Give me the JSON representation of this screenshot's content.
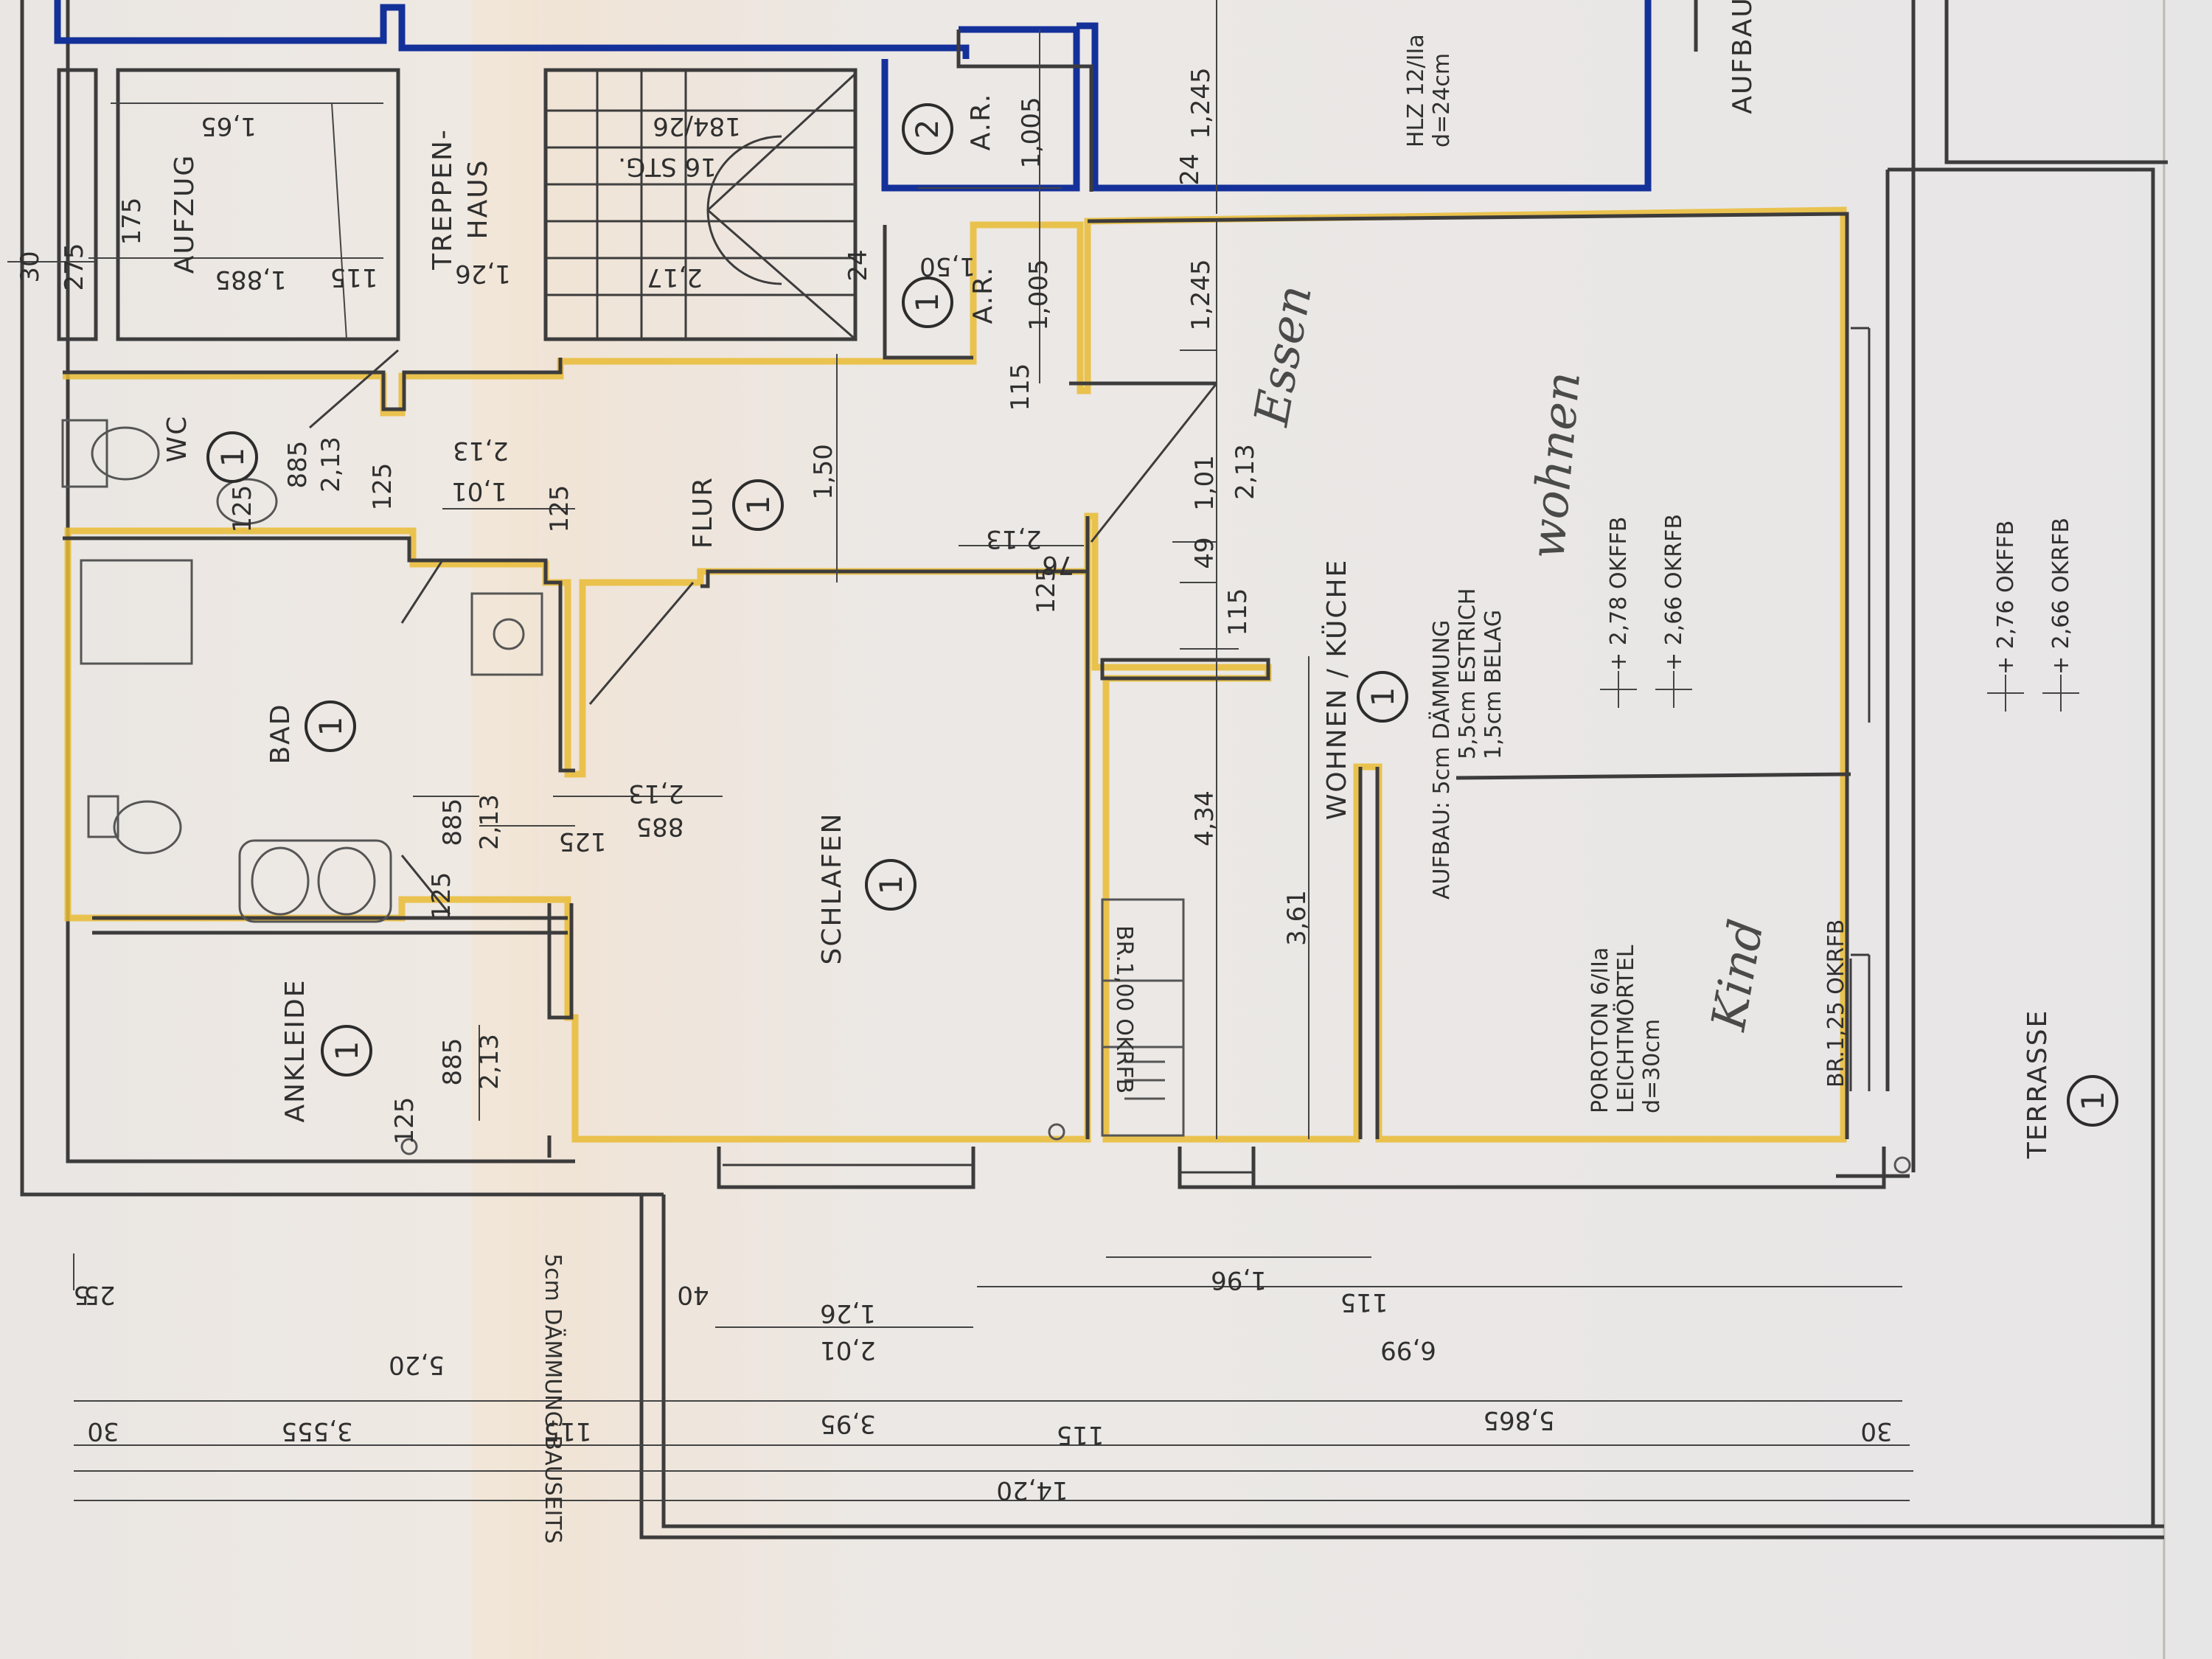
{
  "rooms": {
    "aufzug": "AUFZUG",
    "treppenhaus_1": "TREPPEN-",
    "treppenhaus_2": "HAUS",
    "ar_2": "A.R.",
    "ar_2_number": "2",
    "ar_1": "A.R.",
    "ar_1_number": "1",
    "wc": "WC",
    "wc_number": "1",
    "flur": "FLUR",
    "flur_number": "1",
    "bad": "BAD",
    "bad_number": "1",
    "schlafen": "SCHLAFEN",
    "schlafen_number": "1",
    "ankleide": "ANKLEIDE",
    "ankleide_number": "1",
    "wohnen_kueche": "WOHNEN / KÜCHE",
    "wohnen_number": "1",
    "terrasse": "TERRASSE",
    "terrasse_number": "1",
    "aufbau_top": "AUFBAU"
  },
  "notes": {
    "aufbau_1": "AUFBAU: 5cm DÄMMUNG",
    "aufbau_2": "5,5cm ESTRICH",
    "aufbau_3": "1,5cm BELAG",
    "poroton_1": "POROTON 6/IIa",
    "poroton_2": "LEICHTMÖRTEL",
    "poroton_3": "d=30cm",
    "br_125": "BR.1,25 OKRFB",
    "hlz_1": "HLZ 12/IIa",
    "hlz_2": "d=24cm",
    "level_wohnen_1": "+ 2,78 OKFFB",
    "level_wohnen_2": "+ 2,66 OKRFB",
    "level_terrasse_1": "+ 2,76 OKFFB",
    "level_terrasse_2": "+ 2,66 OKRFB",
    "br_100": "BR.1,00 OKRFB",
    "daemmung_bauseits": "5cm DÄMMUNG BAUSEITS"
  },
  "handwritten": {
    "essen": "Essen",
    "wohnen": "wohnen",
    "kind": "Kind"
  },
  "dims": {
    "d_165": "1,65",
    "d_1885": "1,885",
    "d_175": "175",
    "d_115a": "115",
    "d_30": "30",
    "d_275": "275",
    "d_126a": "1,26",
    "d_16stg": "16 STG.",
    "d_184": "184/26",
    "d_217a": "2,17",
    "d_24a": "24",
    "d_1005a": "1,005",
    "d_150a": "1,50",
    "d_1005b": "1,005",
    "d_1245a": "1,245",
    "d_24b": "24",
    "d_1245b": "1,245",
    "d_115b": "115",
    "d_101a": "1,01",
    "d_213a": "2,13",
    "d_49": "49",
    "d_115c": "115",
    "d_150b": "1,50",
    "d_213b": "2,13",
    "d_101b": "1,01",
    "d_125a": "125",
    "d_125b": "125",
    "d_885a": "885",
    "d_213c": "2,13",
    "d_125c": "125",
    "d_213d": "2,13",
    "d_76": "76",
    "d_125d": "125",
    "d_885b": "885",
    "d_213e": "2,13",
    "d_125e": "125",
    "d_213f": "2,13",
    "d_885c": "885",
    "d_125f": "125",
    "d_885d": "885",
    "d_213g": "2,13",
    "d_125g": "125",
    "d_434": "4,34",
    "d_361": "3,61",
    "d_5": "5",
    "d_25": "25",
    "d_40": "40",
    "d_196": "1,96",
    "d_115d": "115",
    "d_126b": "1,26",
    "d_201": "2,01",
    "d_520": "5,20",
    "d_699": "6,99",
    "d_30b": "30",
    "d_3555": "3,555",
    "d_115e": "115",
    "d_395": "3,95",
    "d_115f": "115",
    "d_5865": "5,865",
    "d_30c": "30",
    "d_1420": "14,20"
  }
}
